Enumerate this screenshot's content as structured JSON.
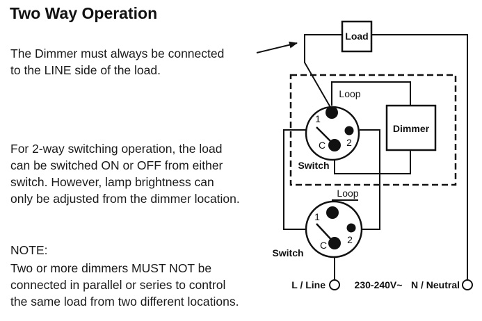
{
  "title": "Two Way Operation",
  "line_side_note": [
    "The Dimmer must always be connected",
    "to the LINE side of the load."
  ],
  "two_way_note": [
    "For 2-way switching operation, the load",
    "can be switched ON or OFF from either",
    "switch. However, lamp brightness can",
    "only be adjusted from the dimmer location."
  ],
  "note_heading": "NOTE:",
  "note_body": [
    "Two or more dimmers MUST NOT be",
    "connected in parallel or series to control",
    "the same load from two different locations."
  ],
  "diagram": {
    "load_label": "Load",
    "dimmer_label": "Dimmer",
    "loop_label_top": "Loop",
    "loop_label_bottom": "Loop",
    "switch_label_top": "Switch",
    "switch_label_bottom": "Switch",
    "terminal_1_top": "1",
    "terminal_c_top": "C",
    "terminal_2_top": "2",
    "terminal_1_bottom": "1",
    "terminal_c_bottom": "C",
    "terminal_2_bottom": "2",
    "line_terminal_label": "L / Line",
    "voltage_label": "230-240V~",
    "neutral_terminal_label": "N / Neutral"
  }
}
